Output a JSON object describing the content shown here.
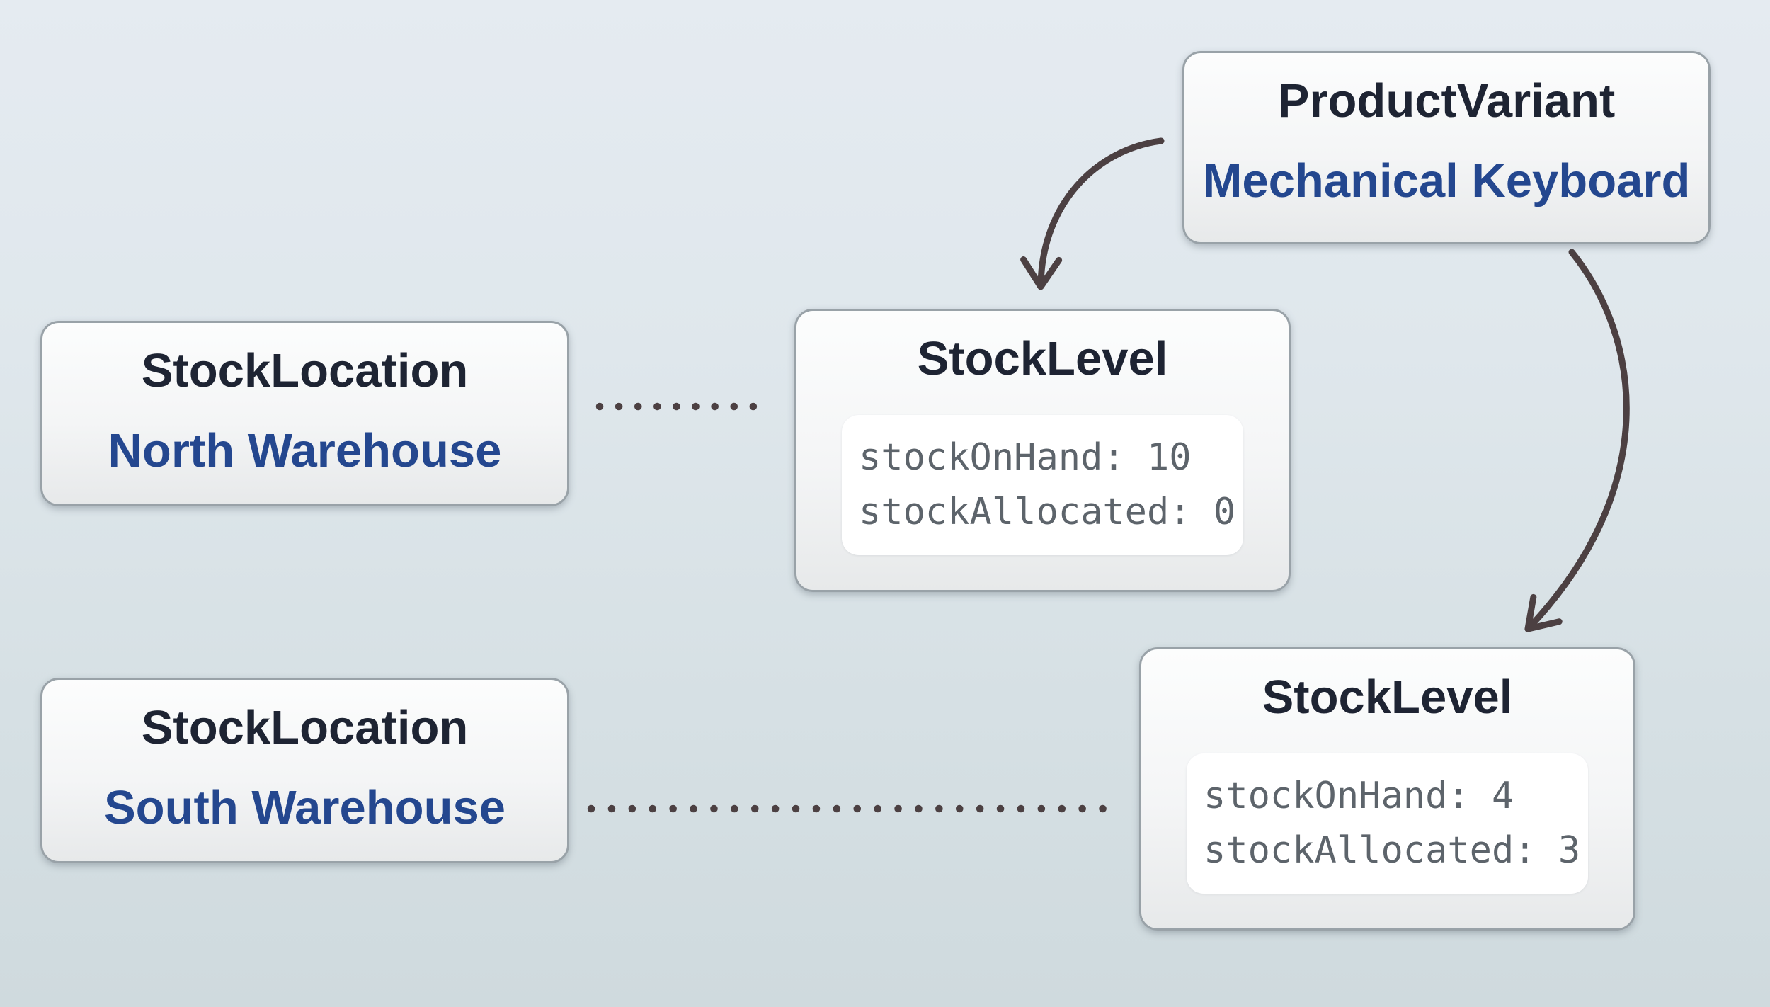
{
  "diagram": {
    "background_top": "#e5ebf1",
    "background_bottom": "#cfdade",
    "box_border_color": "#99a2a8",
    "entity_type_color": "#1e2433",
    "entity_name_color": "#24478f",
    "code_text_color": "#5d646b",
    "connector_color": "#4c4042"
  },
  "nodes": {
    "product_variant": {
      "type": "ProductVariant",
      "name": "Mechanical Keyboard"
    },
    "stock_location_north": {
      "type": "StockLocation",
      "name": "North Warehouse"
    },
    "stock_location_south": {
      "type": "StockLocation",
      "name": "South Warehouse"
    },
    "stock_level_north": {
      "type": "StockLevel",
      "lines": [
        "stockOnHand: 10",
        "stockAllocated: 0"
      ]
    },
    "stock_level_south": {
      "type": "StockLevel",
      "lines": [
        "stockOnHand: 4",
        "stockAllocated: 3"
      ]
    }
  }
}
